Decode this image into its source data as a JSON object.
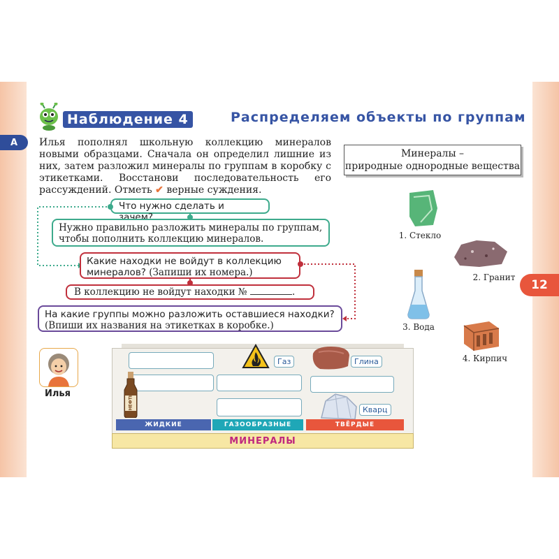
{
  "header": {
    "section_label": "Наблюдение 4",
    "topic": "Распределяем объекты по группам",
    "marker": "A",
    "page_number": "12"
  },
  "task": {
    "text_part1": "Илья пополнял школьную коллекцию минералов новыми образцами. Сначала он определил лишние из них, затем разложил минералы по группам в коробку с этикетками. Восстанови последовательность его рассуждений. Отметь",
    "check_mark": "✔",
    "text_part2": "верные суждения."
  },
  "definition": {
    "line1": "Минералы –",
    "line2": "природные однородные вещества"
  },
  "reasoning": {
    "q1": "Что нужно сделать и зачем?",
    "a1": "Нужно правильно разложить минералы по группам, чтобы пополнить коллекцию минералов.",
    "q2_bold": "Какие находки не войдут в коллекцию минералов?",
    "q2_hint": "(Запиши их номера.)",
    "a2": "В коллекцию не войдут находки №",
    "q3_bold": "На какие группы можно разложить оставшиеся находки?",
    "q3_hint": "(Впиши их названия на этикетках в коробке.)"
  },
  "character": {
    "name": "Илья"
  },
  "finds": [
    {
      "label": "1. Стекло"
    },
    {
      "label": "2. Гранит"
    },
    {
      "label": "3. Вода"
    },
    {
      "label": "4. Кирпич"
    }
  ],
  "collection": {
    "title": "МИНЕРАЛЫ",
    "groups": [
      "ЖИДКИЕ",
      "ГАЗООБРАЗНЫЕ",
      "ТВЁРДЫЕ"
    ],
    "tags": {
      "gas": "Газ",
      "clay": "Глина",
      "quartz": "Кварц",
      "oil": "НЕФТЬ"
    }
  },
  "colors": {
    "accent_blue": "#3654a4",
    "accent_red": "#e8563c",
    "liquid_shelf": "#4a66b0",
    "gas_shelf": "#1fa7b7",
    "solid_shelf": "#e8563c",
    "title_magenta": "#c0287e"
  }
}
